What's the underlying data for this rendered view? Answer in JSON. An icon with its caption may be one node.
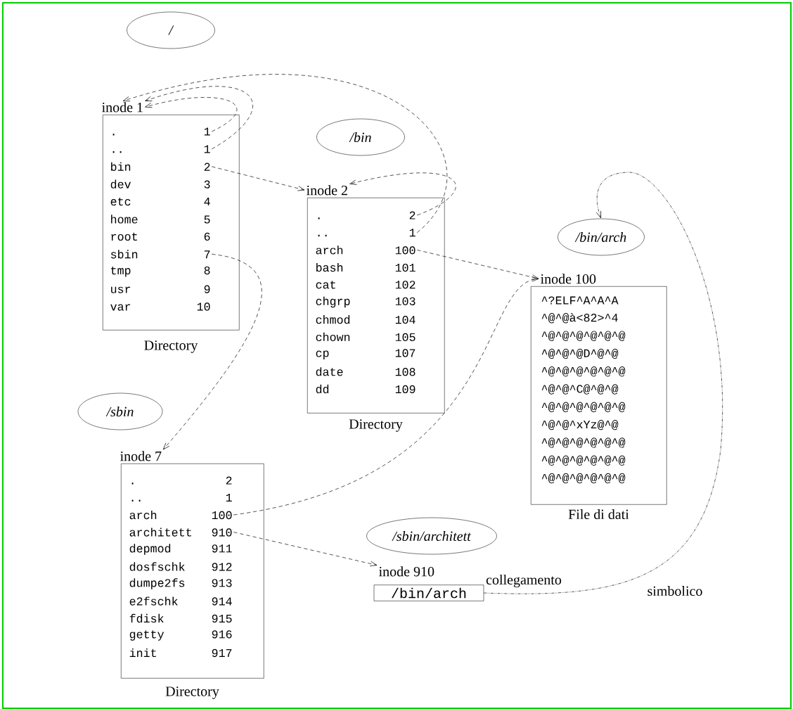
{
  "diagram": {
    "nodes": [
      {
        "text": [
          "/"
        ]
      },
      {
        "text": [
          "inode 1"
        ],
        "beside": [
          "Directory"
        ]
      },
      {
        "text": [
          ".",
          "1"
        ],
        "in": 1
      },
      {
        "text": [
          "..",
          "1"
        ],
        "in": 1
      },
      {
        "text": [
          "bin",
          "2"
        ],
        "in": 1
      },
      {
        "text": [
          "dev",
          "3"
        ],
        "in": 1
      },
      {
        "text": [
          "etc",
          "4"
        ],
        "in": 1
      },
      {
        "text": [
          "home",
          "5"
        ],
        "in": 1
      },
      {
        "text": [
          "root",
          "6"
        ],
        "in": 1
      },
      {
        "text": [
          "sbin",
          "7"
        ],
        "in": 1
      },
      {
        "text": [
          "tmp",
          "8"
        ],
        "in": 1
      },
      {
        "text": [
          "usr",
          "9"
        ],
        "in": 1
      },
      {
        "text": [
          "var",
          "10"
        ],
        "in": 1
      },
      {
        "text": [
          "/bin"
        ]
      },
      {
        "text": [
          "inode 2"
        ],
        "beside": [
          "Directory"
        ]
      },
      {
        "text": [
          ".",
          "2"
        ],
        "in": 14
      },
      {
        "text": [
          "..",
          "1"
        ],
        "in": 14
      },
      {
        "text": [
          "arch",
          "100"
        ],
        "in": 14
      },
      {
        "text": [
          "bash",
          "101"
        ],
        "in": 14
      },
      {
        "text": [
          "cat",
          "102"
        ],
        "in": 14
      },
      {
        "text": [
          "chgrp",
          "103"
        ],
        "in": 14
      },
      {
        "text": [
          "chmod",
          "104"
        ],
        "in": 14
      },
      {
        "text": [
          "chown",
          "105"
        ],
        "in": 14
      },
      {
        "text": [
          "cp",
          "107"
        ],
        "in": 14
      },
      {
        "text": [
          "date",
          "108"
        ],
        "in": 14
      },
      {
        "text": [
          "dd",
          "109"
        ],
        "in": 14
      },
      {
        "text": [
          "/bin/arch"
        ]
      },
      {
        "text": [
          "inode 100",
          "^?ELF^A^A^A",
          "^@^@à<82>^4",
          "^@^@^@^@^@^@",
          "^@^@^@D^@^@",
          "^@^@^@^@^@^@",
          "^@^@^C@^@^@",
          "^@^@^@^@^@^@",
          "^@^@^xYz@^@",
          "^@^@^@^@^@^@",
          "^@^@^@^@^@^@",
          "^@^@^@^@^@^@"
        ],
        "beside": [
          "File di dati"
        ]
      },
      {
        "text": [
          "/sbin"
        ]
      },
      {
        "text": [
          "inode 7"
        ],
        "beside": [
          "Directory"
        ]
      },
      {
        "text": [
          ".",
          "2"
        ],
        "in": 29
      },
      {
        "text": [
          "..",
          "1"
        ],
        "in": 29
      },
      {
        "text": [
          "arch",
          "100"
        ],
        "in": 29
      },
      {
        "text": [
          "architett",
          "910"
        ],
        "in": 29
      },
      {
        "text": [
          "depmod",
          "911"
        ],
        "in": 29
      },
      {
        "text": [
          "dosfschk",
          "912"
        ],
        "in": 29
      },
      {
        "text": [
          "dumpe2fs",
          "913"
        ],
        "in": 29
      },
      {
        "text": [
          "e2fschk",
          "914"
        ],
        "in": 29
      },
      {
        "text": [
          "fdisk",
          "915"
        ],
        "in": 29
      },
      {
        "text": [
          "getty",
          "916"
        ],
        "in": 29
      },
      {
        "text": [
          "init",
          "917"
        ],
        "in": 29
      },
      {
        "text": [
          "/sbin/architett"
        ]
      },
      {
        "text": [
          "inode 910",
          "/bin/arch"
        ]
      }
    ],
    "edges": [
      {
        "from": 2,
        "to": 1,
        "arrow": "to",
        "style": "dashed"
      },
      {
        "from": 3,
        "to": 1,
        "arrow": "to",
        "style": "dashed"
      },
      {
        "from": 4,
        "to": 14,
        "arrow": "to",
        "style": "dashed"
      },
      {
        "from": 9,
        "to": 29,
        "arrow": "to",
        "style": "dashed"
      },
      {
        "from": 15,
        "to": 14,
        "arrow": "to",
        "style": "dashed"
      },
      {
        "from": 16,
        "to": 1,
        "arrow": "to",
        "style": "dashed"
      },
      {
        "from": 17,
        "to": 27,
        "arrow": "to",
        "style": "dashed"
      },
      {
        "from": 32,
        "to": 27,
        "arrow": "to",
        "style": "dashed"
      },
      {
        "from": 33,
        "to": 42,
        "arrow": "to",
        "style": "dashed"
      },
      {
        "from": 42,
        "to": 26,
        "arrow": "to"
      }
    ],
    "labels": [
      "collegamento",
      "simbolico"
    ]
  }
}
